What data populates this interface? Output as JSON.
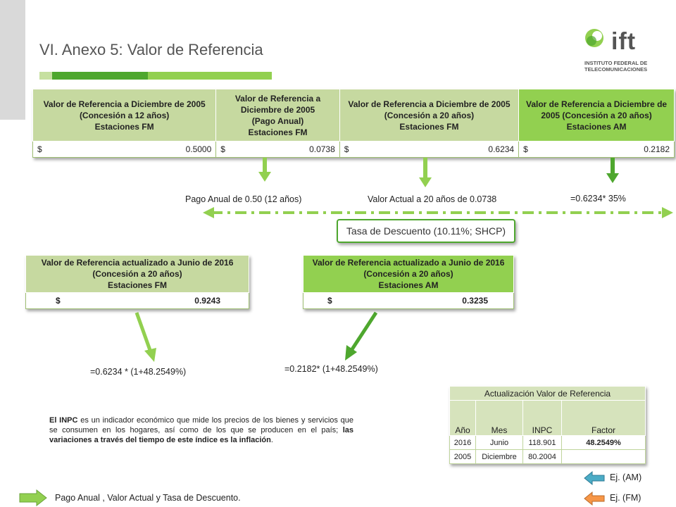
{
  "title": "VI. Anexo 5: Valor de Referencia",
  "logo": {
    "word": "ift",
    "subtitle_line1": "INSTITUTO FEDERAL DE",
    "subtitle_line2": "TELECOMUNICACIONES"
  },
  "top_table": {
    "headers": [
      {
        "line1": "Valor de Referencia a Diciembre de 2005",
        "line2": "(Concesión a 12 años)",
        "line3": "Estaciones FM",
        "line4": ""
      },
      {
        "line1": "Valor de Referencia a",
        "line2": "Diciembre de 2005",
        "line3": "(Pago Anual)",
        "line4": "Estaciones FM"
      },
      {
        "line1": "Valor de Referencia a Diciembre de 2005",
        "line2": "(Concesión a 20 años)",
        "line3": "Estaciones FM",
        "line4": ""
      },
      {
        "line1": "Valor de Referencia a Diciembre de",
        "line2": "2005 (Concesión a 20 años)",
        "line3": "Estaciones AM",
        "line4": ""
      }
    ],
    "values": [
      {
        "currency": "$",
        "amount": "0.5000"
      },
      {
        "currency": "$",
        "amount": "0.0738"
      },
      {
        "currency": "$",
        "amount": "0.6234"
      },
      {
        "currency": "$",
        "amount": "0.2182"
      }
    ]
  },
  "annotations": {
    "pago_anual": "Pago Anual de 0.50 (12 años)",
    "valor_actual": "Valor Actual a 20 años de 0.0738",
    "am_formula": "=0.6234* 35%",
    "tasa": "Tasa de Descuento (10.11%; SHCP)",
    "fm_update": "=0.6234 * (1+48.2549%)",
    "am_update": "=0.2182* (1+48.2549%)"
  },
  "fm_update_table": {
    "line1": "Valor de Referencia actualizado a Junio de 2016",
    "line2": "(Concesión a 20 años)",
    "line3": "Estaciones FM",
    "currency": "$",
    "amount": "0.9243"
  },
  "am_update_table": {
    "line1": "Valor de Referencia actualizado a Junio de 2016",
    "line2": "(Concesión a 20 años)",
    "line3": "Estaciones AM",
    "currency": "$",
    "amount": "0.3235"
  },
  "paragraph": {
    "bold1": "El INPC",
    "text1": " es un indicador económico que mide los precios de los bienes y servicios que se consumen en los hogares, así como de los que se producen en el país; ",
    "bold2": "las variaciones a través del tiempo de este índice es la inflación",
    "text2": "."
  },
  "inpc_table": {
    "title": "Actualización Valor de Referencia",
    "columns": [
      "Año",
      "Mes",
      "INPC",
      "Factor"
    ],
    "rows": [
      [
        "2016",
        "Junio",
        "118.901",
        "48.2549%"
      ],
      [
        "2005",
        "Diciembre",
        "80.2004",
        ""
      ]
    ]
  },
  "legend": {
    "am": "Ej. (AM)",
    "fm": "Ej. (FM)",
    "bottom": "Pago Anual , Valor Actual y Tasa de Descuento."
  },
  "colors": {
    "light_green": "#c6d9a0",
    "bright_green": "#92d050",
    "dark_green": "#4ea72e",
    "arrow_blue": "#4bacc6",
    "arrow_orange": "#f79646"
  }
}
